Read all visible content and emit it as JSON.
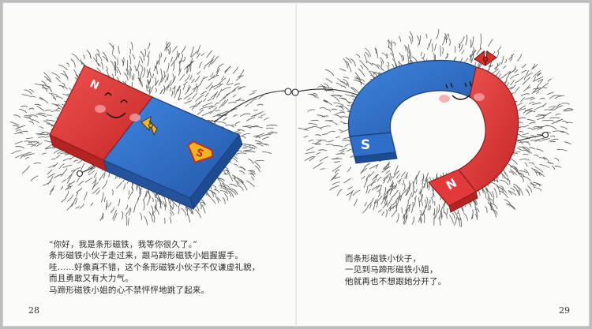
{
  "left_page": {
    "page_number": "28",
    "lines": [
      "“你好，我是条形磁铁，我等你很久了。”",
      "条形磁铁小伙子走过来，跟马蹄形磁铁小姐握握手。",
      "哇……好像真不错，这个条形磁铁小伙子不仅谦虚礼貌，",
      "而且勇敢又有大力气。",
      "马蹄形磁铁小姐的心不禁怦怦地跳了起来。"
    ]
  },
  "right_page": {
    "page_number": "29",
    "lines": [
      "而条形磁铁小伙子，",
      "一见到马蹄形磁铁小姐，",
      "他就再也不想跟她分开了。"
    ]
  },
  "illustration": {
    "bar_magnet_labels": {
      "north": "N",
      "badge": "S"
    },
    "horseshoe_magnet_labels": {
      "south": "S",
      "north": "N"
    },
    "colors": {
      "red": "#e23a3a",
      "blue": "#2f6fc9",
      "bow": "#d8322c",
      "tie": "#f2b51c"
    }
  }
}
